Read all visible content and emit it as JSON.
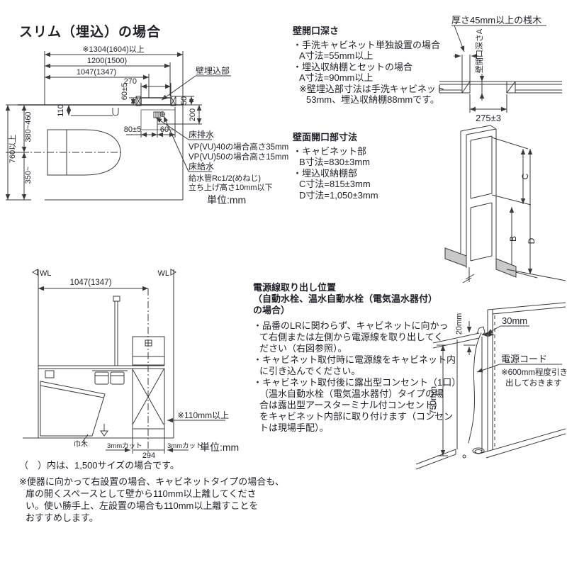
{
  "page": {
    "title": "スリム（埋込）の場合",
    "unit_label": "単位:mm",
    "text_color": "#1f1f28",
    "line_color": "#3a3a3a"
  },
  "sections": {
    "depth": {
      "heading": "壁開口深さ",
      "lines": [
        "・手洗キャビネット単独設置の場合",
        "A寸法=55mm以上",
        "・埋込収納棚とセットの場合",
        "A寸法=90mm以上",
        "※壁埋込部寸法は手洗キャビネット",
        "53mm、埋込収納棚88mmです。"
      ]
    },
    "opening": {
      "heading": "壁面開口部寸法",
      "lines": [
        "・キャビネット部",
        "B寸法=830±3mm",
        "・埋込収納棚部",
        "C寸法=815±3mm",
        "D寸法=1,050±3mm"
      ]
    },
    "power": {
      "heading": "電源線取り出し位置",
      "sub": [
        "（自動水栓、温水自動水栓（電気温水器付）",
        "の場合）"
      ],
      "lines": [
        "・品番のLRに関わらず、キャビネットに向かっ",
        "て右側または左側から電源線を取り出してく",
        "ださい（右図参照）。",
        "・キャビネット取付時に電源線をキャビネット内",
        "に引き込んでください。",
        "・キャビネット取付後に露出型コンセント（1口）",
        "（温水自動水栓（電気温水器付）タイプの場",
        "合は露出型アースターミナル付コンセント）",
        "をキャビネット内部に取り付けます（コンセン",
        "トは現場手配）。"
      ]
    }
  },
  "notes": {
    "size_note": "（　）内は、1,500サイズの場合です。",
    "placement": [
      "※便器に向かって右設置の場合、キャビネットタイプの場合も、",
      "扉の開くスペースとして壁から110mm以上離してくださ",
      "い。使い勝手上、左設置の場合も110mm以上離すことを",
      "おすすめします。"
    ]
  },
  "plan": {
    "dim_total": "※1304(1604)以上",
    "dim_1200": "1200(1500)",
    "dim_1047": "1047(1347)",
    "dim_270": "270",
    "dim_60pm5": "60±5",
    "dim_50": "50",
    "dim_200": "200",
    "dim_110": "110",
    "dim_80pm5": "80±5",
    "dim_60": "60",
    "dim_380": "380~460",
    "dim_760": "760以上",
    "dim_350": "350~",
    "wall_embed": "壁埋込部",
    "floor_drain": "床排水",
    "drain_note1": "VP(VU)40の場合高さ35mm",
    "drain_note2": "VP(VU)50の場合高さ15mm",
    "floor_supply": "床給水",
    "supply_note1": "給水管Rc1/2(めねじ)",
    "supply_note2": "立ち上げ高さ10mm以下"
  },
  "wall_section": {
    "batten": "厚さ45mm以上の桟木",
    "depth_label": "壁開口深さA",
    "dim_275": "275±3"
  },
  "iso": {
    "dim_b": "B",
    "dim_c": "C",
    "dim_d": "D"
  },
  "lower_plan": {
    "wl_left": "WL",
    "wl_right": "WL",
    "dim_1047": "1047(1347)",
    "clearance": "※110mm以上",
    "habaki": "巾木",
    "cut_left": "3mmカット",
    "dim_294": "294",
    "cut_right": "3mmカット"
  },
  "power_drawing": {
    "dim_20": "20mm",
    "dim_30": "30mm",
    "cord": "電源コード",
    "cord_note1": "※600mm程度引き",
    "cord_note2": "出しておきます",
    "dim_750": "750mm"
  }
}
